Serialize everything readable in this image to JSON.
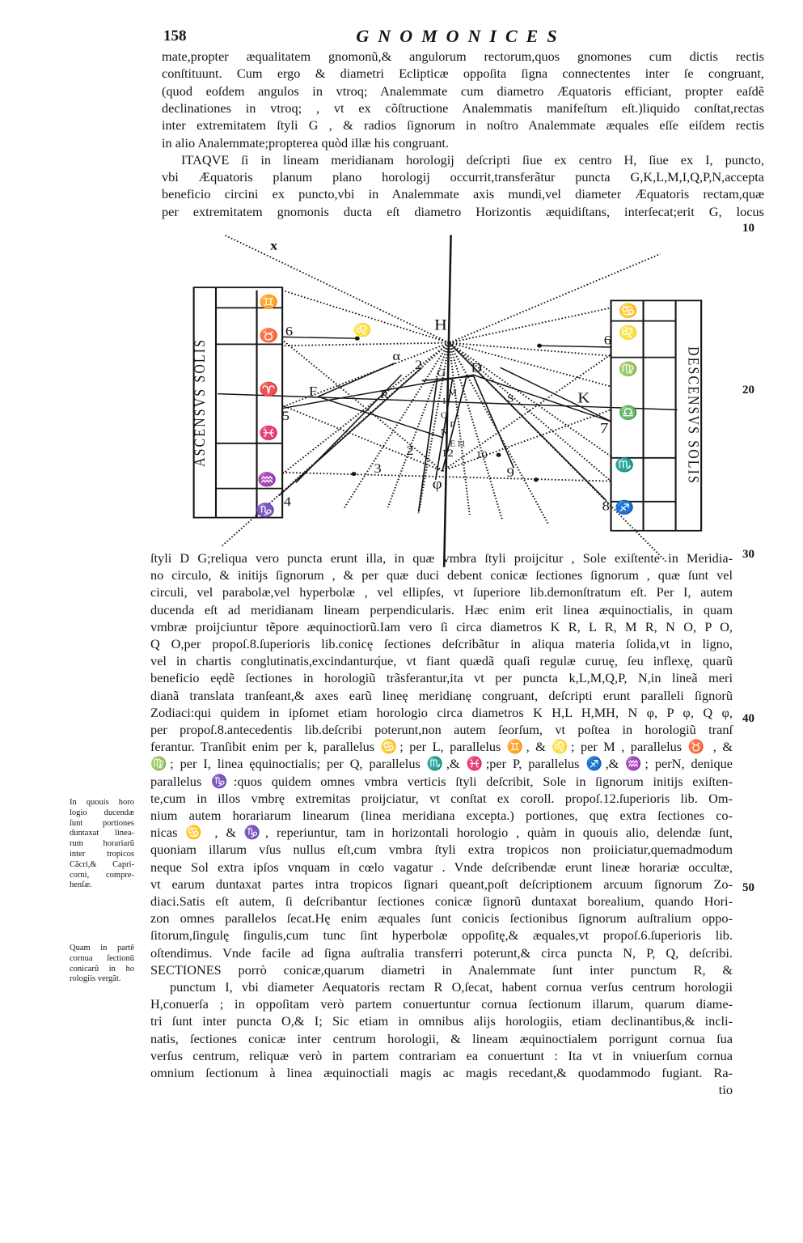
{
  "header": {
    "page_number": "158",
    "running_title": "GNOMONICES"
  },
  "body_top": [
    "mate,propter æqualitatem gnomonũ,& angulorum rectorum,quos gnomones cum dictis rectis",
    "conſtituunt. Cum ergo & diametri Eclipticæ oppoſita ſigna connectentes inter ſe congruant,",
    "(quod eoſdem angulos in vtroq; Analemmate cum diametro Æquatoris efficiant, propter eaſdẽ",
    "declinationes in vtroq; , vt ex cõſtructione Analemmatis manifeſtum eſt.)liquido conſtat,rectas",
    "inter extremitatem ſtyli G , & radios ſignorum in noſtro Analemmate æquales eſſe eiſdem rectis",
    "in alio Analemmate;propterea quòd illæ his congruant.",
    "ITAQVE ſi in lineam meridianam horologij deſcripti ſiue ex centro H, ſiue ex I, puncto,",
    "vbi Æquatoris planum plano horologij occurrit,transferãtur puncta G,K,L,M,I,Q,P,N,accepta",
    "beneficio circini ex puncto,vbi in Analemmate axis mundi,vel diameter Æquatoris rectam,quæ",
    "per extremitatem gnomonis ducta eſt diametro Horizontis æquidiſtans, interſecat;erit G, locus"
  ],
  "body_bottom": [
    "ſtyli D G;reliqua vero puncta erunt illa, in quæ vmbra ſtyli proijcitur , Sole exiſtente in Meridia-",
    "no circulo, & initijs ſignorum , & per quæ duci debent conicæ ſectiones ſignorum , quæ ſunt vel",
    "circuli, vel parabolæ,vel hyperbolæ , vel ellipſes, vt ſuperiore lib.demonſtratum eſt. Per I, autem",
    "ducenda eſt ad meridianam lineam perpendicularis. Hæc enim erit linea æquinoctialis, in quam",
    "vmbræ proijciuntur tẽpore æquinoctiorũ.Iam vero ſi circa diametros K R, L R, M R, N O, P O,",
    "Q O,per propoſ.8.ſuperioris lib.conicę ſectiones deſcribãtur in aliqua materia ſolida,vt in ligno,",
    "vel in chartis conglutinatis,excindanturq́ue, vt fiant quædã quaſi regulæ curuę, ſeu inflexę, quarũ",
    "beneficio eędẽ ſectiones in horologiũ trãsferantur,ita vt per puncta k,L,M,Q,P, N,in lineã meri",
    "dianã translata tranſeant,& axes earũ lineę meridianę congruant, deſcripti erunt paralleli ſignorũ",
    "Zodiaci:qui quidem in ipſomet etiam horologio circa diametros K H,L H,MH, N φ, P φ, Q φ,",
    "per propoſ.8.antecedentis lib.deſcribi poterunt,non autem ſeorſum, vt poſtea in horologiũ tranſ",
    "ferantur. Tranſibit enim per k, parallelus ♋; per L, parallelus ♊, & ♌; per M , parallelus ♉ , &",
    "♍; per I, linea ęquinoctialis; per Q, parallelus ♏,& ♓;per P, parallelus ♐,& ♒; perN, denique",
    "parallelus ♑:quos quidem omnes vmbra verticis ſtyli deſcribit, Sole in ſignorum initijs exiſten-",
    "te,cum in illos vmbrę extremitas proijciatur, vt conſtat ex coroll. propoſ.12.ſuperioris lib. Om-",
    "nium autem horariarum linearum (linea meridiana excepta.) portiones, quę extra ſectiones co-",
    "nicas ♋ , & ♑, reperiuntur, tam in horizontali horologio , quàm in quouis alio, delendæ ſunt,",
    "quoniam illarum vſus nullus eſt,cum vmbra ſtyli extra tropicos non proiiciatur,quemadmodum",
    "neque Sol extra ipſos vnquam in cœlo vagatur . Vnde deſcribendæ erunt lineæ horariæ occultæ,",
    "vt earum duntaxat partes intra tropicos ſignari queant,poſt deſcriptionem arcuum ſignorum Zo-",
    "diaci.Satis eſt autem, ſi deſcribantur ſectiones conicæ ſignorũ duntaxat borealium, quando Hori-",
    "zon omnes parallelos ſecat.Hę enim æquales ſunt conicis ſectionibus ſignorum auſtralium oppo-",
    "ſitorum,ſingulę ſingulis,cum tunc ſint hyperbolæ oppoſitę,& æquales,vt propoſ.6.ſuperioris lib.",
    "oſtendimus. Vnde facile ad ſigna auſtralia transferri poterunt,& circa puncta N, P, Q, deſcribi.",
    "SECTIONES porrò conicæ,quarum diametri in Analemmate ſunt inter punctum R, &",
    "punctum I, vbi diameter Aequatoris rectam R O,ſecat, habent cornua verſus centrum horologii",
    "H,conuerſa ; in oppoſitam verò partem conuertuntur cornua ſectionum illarum, quarum diame-",
    "tri ſunt inter puncta O,& I; Sic etiam in omnibus alijs horologiis, etiam declinantibus,& incli-",
    "natis, ſectiones conicæ inter centrum horologii, & lineam æquinoctialem porrigunt cornua ſua",
    "verſus centrum, reliquæ verò in partem contrariam ea conuertunt : Ita vt in vniuerſum cornua",
    "omnium ſectionum à linea æquinoctiali magis ac magis recedant,& quodammodo fugiant. Ra-",
    "tio"
  ],
  "margin_line_numbers": [
    "10",
    "20",
    "30",
    "40",
    "50"
  ],
  "margin_notes": [
    [
      "In quouis horo",
      "logio ducendæ",
      "ſunt portiones",
      "duntaxat linea-",
      "rum horariarũ",
      "inter tropicos",
      "Cãcri,& Capri-",
      "corni, compre-",
      "henſæ."
    ],
    [
      "Quam in partẽ",
      "cornua ſectionũ",
      "conicarũ in ho",
      "rologiis vergãt."
    ]
  ],
  "diagram": {
    "left_caption": "ASCENSVS SOLIS",
    "right_caption": "DESCENSVS SOLIS",
    "left_signs": [
      "♊",
      "♉",
      "♈",
      "♓",
      "♒",
      "♑"
    ],
    "right_signs": [
      "♋",
      "♌",
      "♍",
      "♎",
      "♏",
      "♐"
    ],
    "labels": [
      "x",
      "H",
      "♌",
      "α",
      "2",
      "G",
      "D",
      "F",
      "R",
      "K",
      "S",
      "5",
      "7",
      "6",
      "6",
      "4",
      "3",
      "2",
      "12",
      "10",
      "9",
      "8",
      "φ",
      "I",
      "M",
      "Q",
      "P",
      "N",
      "E",
      "11"
    ]
  }
}
